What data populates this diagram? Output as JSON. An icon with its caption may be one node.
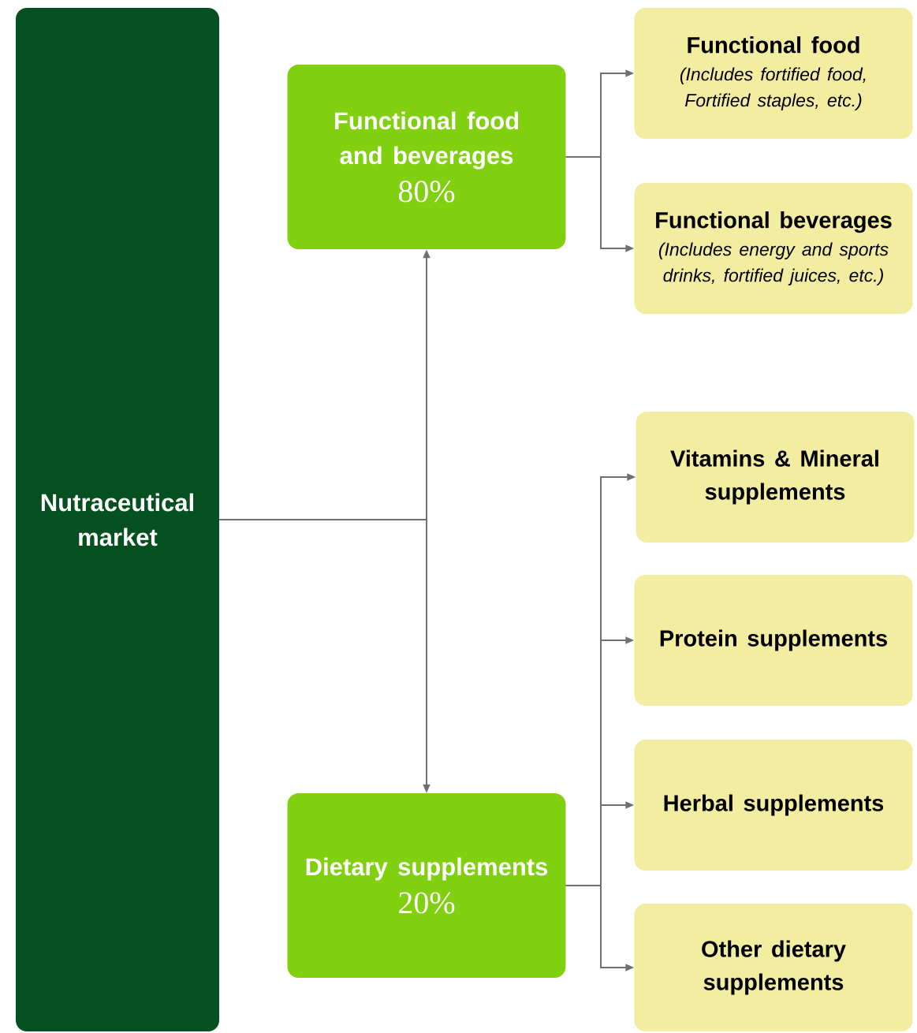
{
  "diagram": {
    "nodes": [
      {
        "text": [
          "Nutraceutical market"
        ]
      },
      {
        "text": [
          "Functional food and beverages",
          "80%"
        ]
      },
      {
        "text": [
          "Dietary supplements",
          "20%"
        ]
      },
      {
        "text": [
          "Functional food",
          "(Includes fortified food, Fortified staples, etc.)"
        ]
      },
      {
        "text": [
          "Functional beverages",
          "(Includes energy and sports drinks, fortified juices, etc.)"
        ]
      },
      {
        "text": [
          "Vitamins & Mineral supplements"
        ]
      },
      {
        "text": [
          "Protein supplements"
        ]
      },
      {
        "text": [
          "Herbal supplements"
        ]
      },
      {
        "text": [
          "Other dietary supplements"
        ]
      }
    ],
    "edges": [
      {
        "from": 0,
        "to": 1,
        "arrow": "to"
      },
      {
        "from": 0,
        "to": 2,
        "arrow": "to"
      },
      {
        "from": 1,
        "to": 3,
        "arrow": "to"
      },
      {
        "from": 1,
        "to": 4,
        "arrow": "to"
      },
      {
        "from": 2,
        "to": 5,
        "arrow": "to"
      },
      {
        "from": 2,
        "to": 6,
        "arrow": "to"
      },
      {
        "from": 2,
        "to": 7,
        "arrow": "to"
      },
      {
        "from": 2,
        "to": 8,
        "arrow": "to"
      }
    ]
  }
}
